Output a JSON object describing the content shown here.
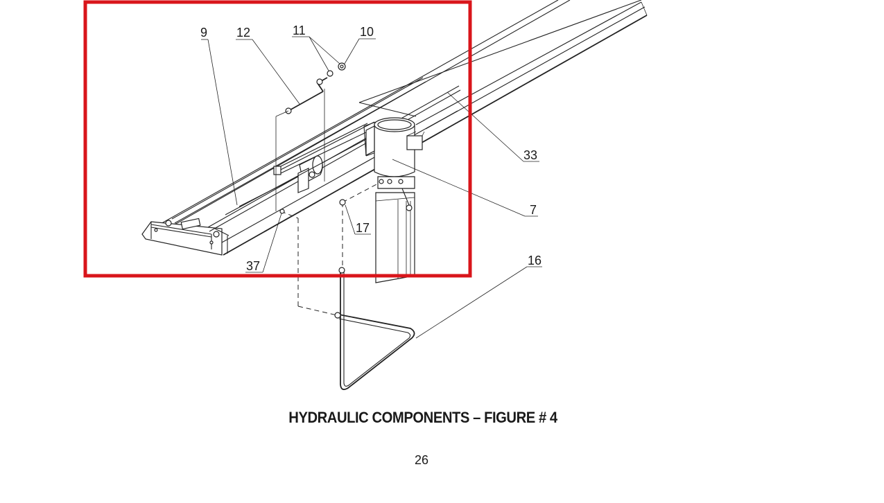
{
  "figure": {
    "caption": "HYDRAULIC COMPONENTS – FIGURE # 4",
    "page_number": "26",
    "highlight_color": "#d9151b",
    "callouts": {
      "c9": "9",
      "c12": "12",
      "c11": "11",
      "c10": "10",
      "c33": "33",
      "c7": "7",
      "c17": "17",
      "c37": "37",
      "c16": "16"
    }
  }
}
